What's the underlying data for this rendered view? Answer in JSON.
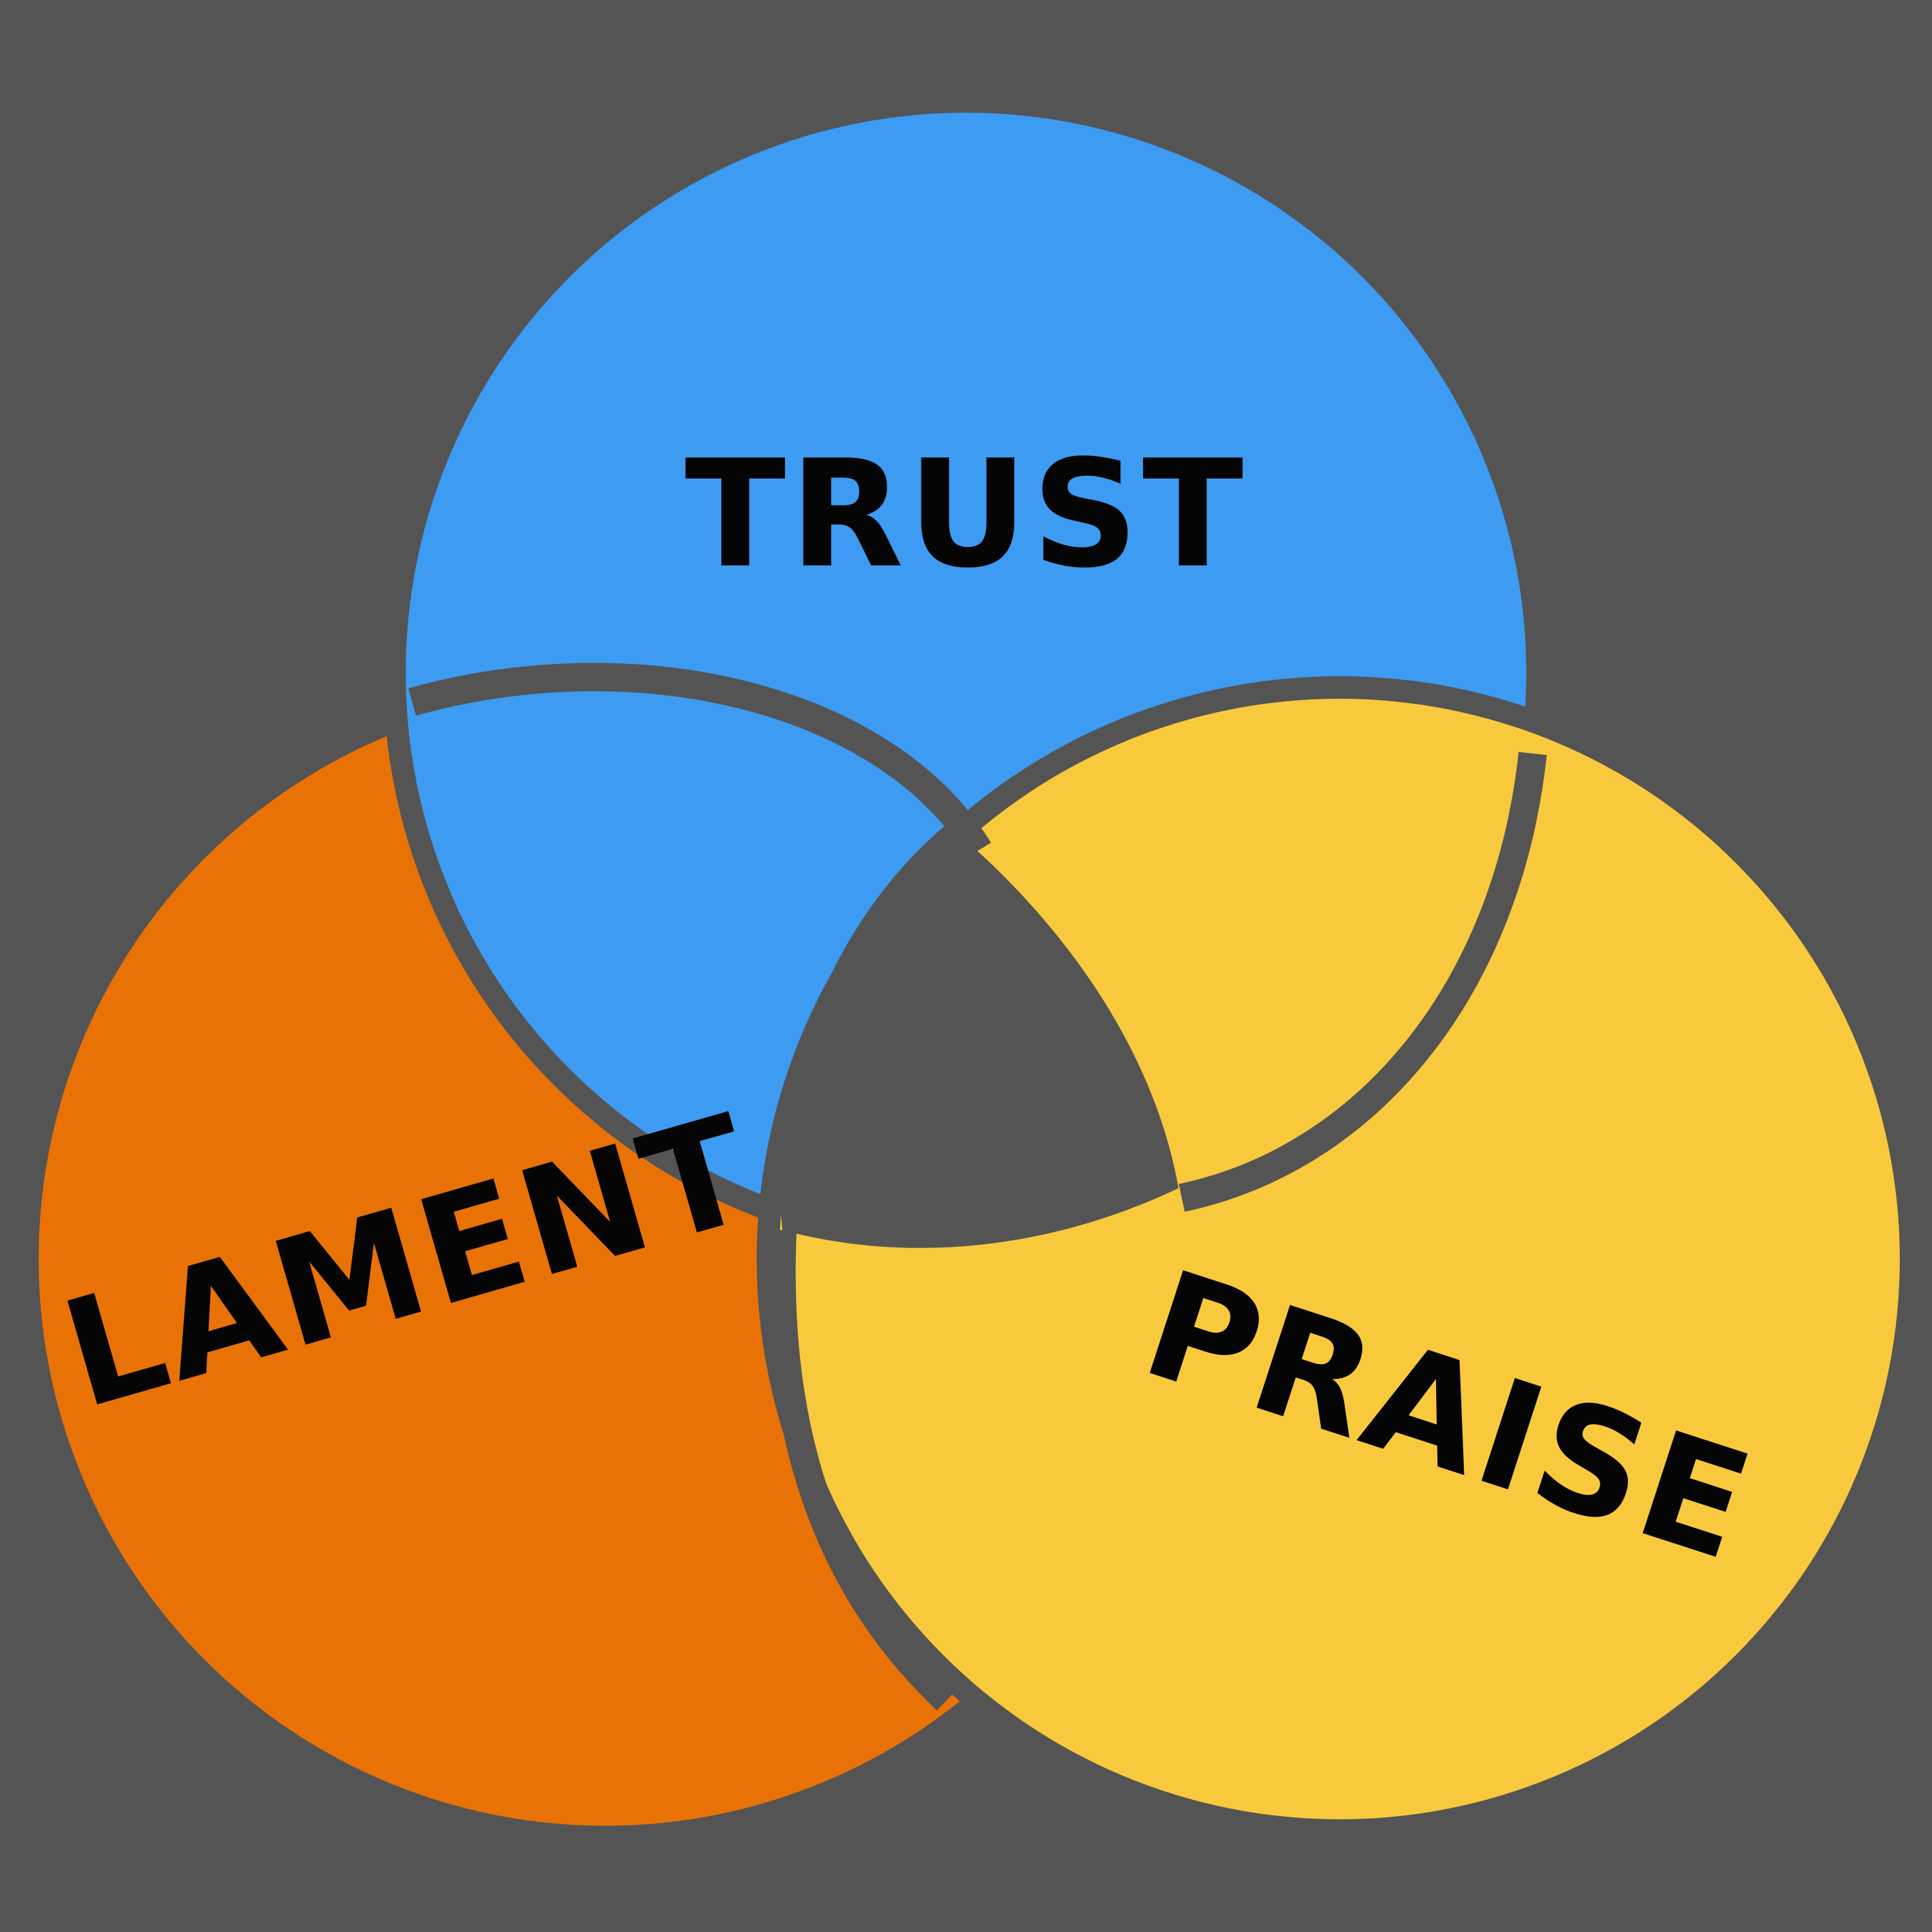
{
  "background_color": "#545454",
  "gap_color": "#545454",
  "rings": [
    {
      "key": "trust",
      "label": "TRUST",
      "color": "#3D9BF2"
    },
    {
      "key": "lament",
      "label": "LAMENT",
      "color": "#E97207"
    },
    {
      "key": "praise",
      "label": "PRAISE",
      "color": "#F8C93C"
    }
  ]
}
